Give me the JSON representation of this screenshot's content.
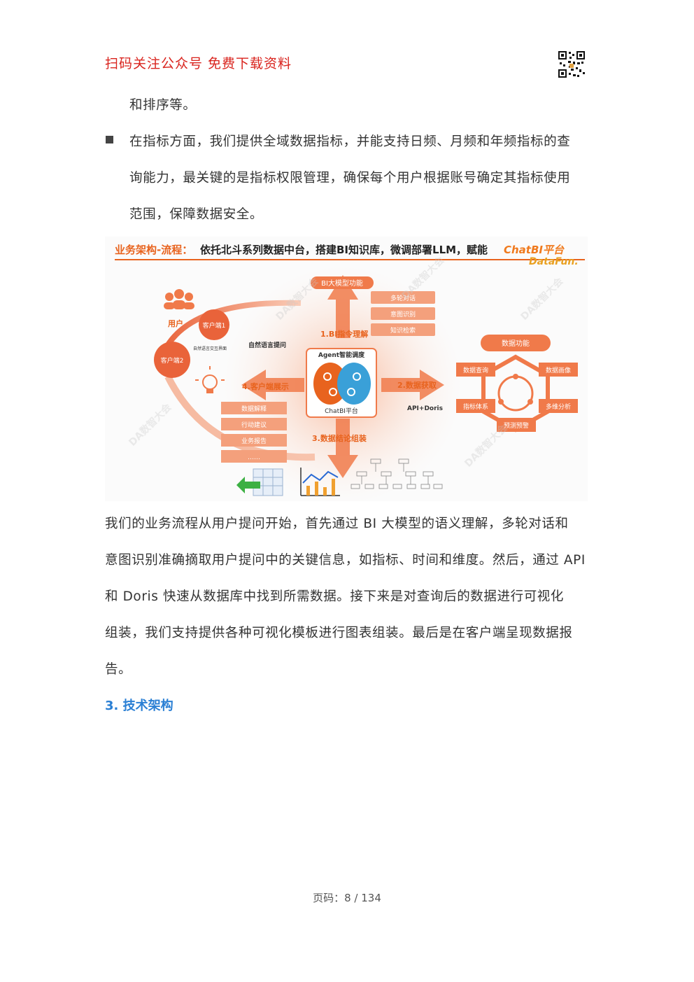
{
  "header": {
    "promo_text": "扫码关注公众号  免费下载资料",
    "qr_icon": "qr-code-icon"
  },
  "body": {
    "line_1": "和排序等。",
    "bullet_line_1": "在指标方面，我们提供全域数据指标，并能支持日频、月频和年频指标的查",
    "bullet_line_2": "询能力，最关键的是指标权限管理，确保每个用户根据账号确定其指标使用",
    "bullet_line_3": "范围，保障数据安全。",
    "para_line_1": "我们的业务流程从用户提问开始，首先通过  BI  大模型的语义理解，多轮对话和",
    "para_line_2": "意图识别准确摘取用户提问中的关键信息，如指标、时间和维度。然后，通过  API",
    "para_line_3": "和  Doris  快速从数据库中找到所需数据。接下来是对查询后的数据进行可视化",
    "para_line_4": "组装，我们支持提供各种可视化模板进行图表组装。最后是在客户端呈现数据报",
    "para_line_5": "告。",
    "section_heading": "3.  技术架构"
  },
  "figure": {
    "title_prefix": "业务架构-流程：",
    "title_main": "依托北斗系列数据中台，搭建BI知识库，微调部署LLM，赋能",
    "title_accent": "ChatBI平台",
    "brand": "DataFun.",
    "user_label": "用户",
    "client1": "客户端1",
    "client2": "客户端2",
    "nl_question": "自然语言提问",
    "nl_small": "自然语言交互界面",
    "top_box": "BI大模型功能",
    "top_items": [
      "多轮对话",
      "意图识别",
      "知识检索"
    ],
    "arrow_up": "1.BI指令理解",
    "arrow_right": "2.数据获取",
    "arrow_down": "3.数据结论组装",
    "arrow_left": "4.客户端展示",
    "center_top": "Agent智能调度",
    "center_bottom": "ChatBI平台",
    "api_label": "API+Doris",
    "data_box": "数据功能",
    "data_items": [
      "数据查询",
      "数据画像",
      "指标体系",
      "多维分析",
      "预测预警"
    ],
    "client_items": [
      "数据解释",
      "行动建议",
      "业务报告",
      "……"
    ],
    "watermark": "DA数智大会"
  },
  "footer": {
    "page_label": "页码：8 / 134"
  },
  "colors": {
    "accent_red": "#d9231d",
    "accent_orange": "#f07a4a",
    "heading_blue": "#2a7fd4"
  }
}
